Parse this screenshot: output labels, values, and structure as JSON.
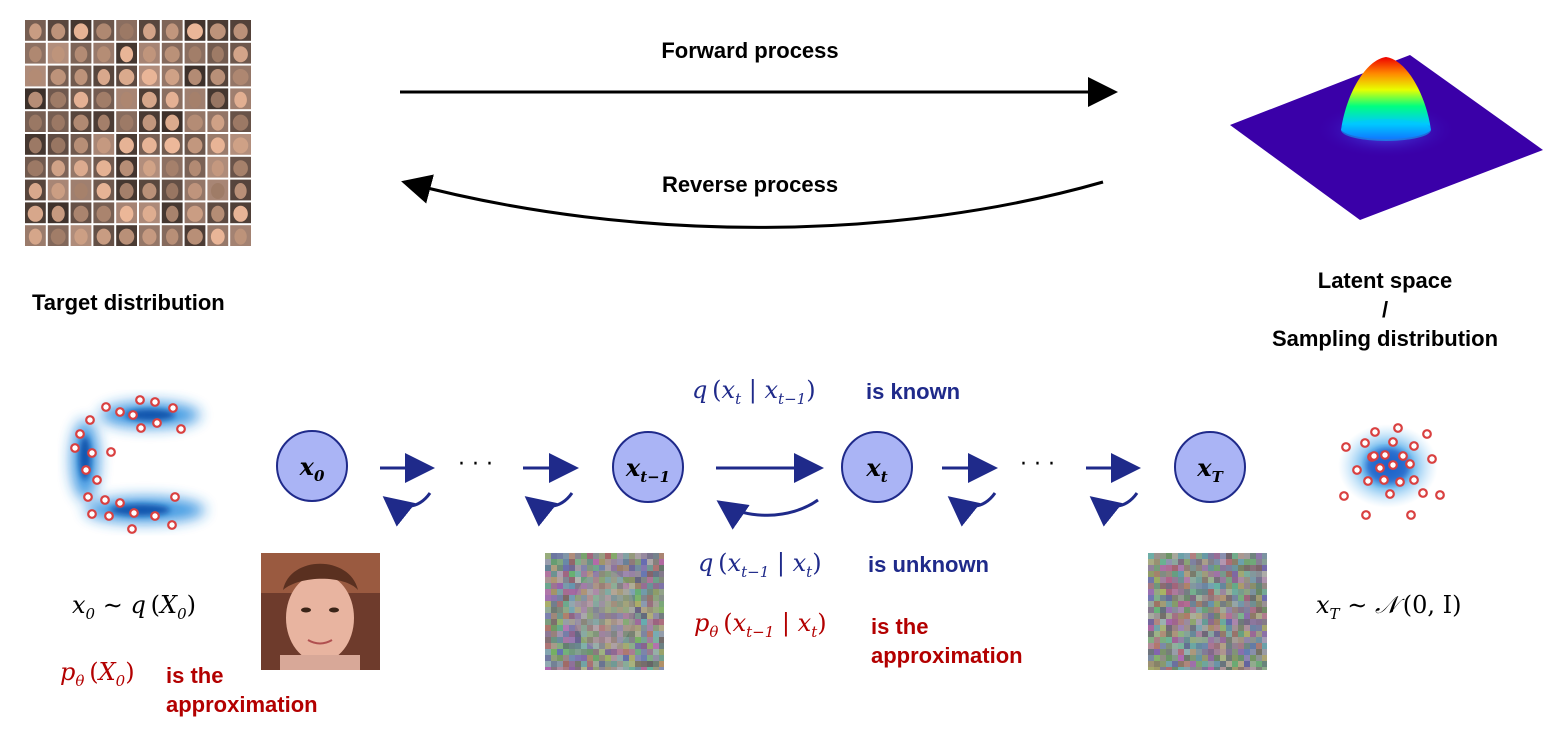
{
  "top": {
    "forward_label": "Forward process",
    "reverse_label": "Reverse process",
    "target_label": "Target distribution",
    "latent_label_line1": "Latent space",
    "latent_label_line2": "/",
    "latent_label_line3": "Sampling distribution"
  },
  "chain": {
    "nodes": [
      {
        "main": "x",
        "sub": "0"
      },
      {
        "main": "x",
        "sub": "t−1"
      },
      {
        "main": "x",
        "sub": "t"
      },
      {
        "main": "x",
        "sub": "T"
      }
    ],
    "ellipsis": "· · ·"
  },
  "equations": {
    "forward_q": {
      "pre": "q",
      "arg": "x",
      "argsub": "t",
      "given": "x",
      "givensub": "t−1"
    },
    "forward_q_note": "is known",
    "reverse_q": {
      "pre": "q",
      "arg": "x",
      "argsub": "t−1",
      "given": "x",
      "givensub": "t"
    },
    "reverse_q_note": "is unknown",
    "reverse_p": {
      "pre": "p",
      "presub": "θ",
      "arg": "x",
      "argsub": "t−1",
      "given": "x",
      "givensub": "t"
    },
    "reverse_p_note_line1": "is the",
    "reverse_p_note_line2": "approximation",
    "x0_dist": {
      "lhs": "x",
      "lhssub": "0",
      "op": "∼",
      "fn": "q",
      "arg": "X",
      "argsub": "0"
    },
    "p_x0": {
      "fn": "p",
      "fnsub": "θ",
      "arg": "X",
      "argsub": "0"
    },
    "p_x0_note_line1": "is the",
    "p_x0_note_line2": "approximation",
    "xT_dist": {
      "lhs": "x",
      "lhssub": "T",
      "op": "∼",
      "fn": "𝒩",
      "arg": "0, I"
    }
  },
  "colors": {
    "node_fill": "#aab4f5",
    "node_stroke": "#1f2a8a",
    "chain_arrow": "#1f2a8a",
    "known_text": "#1f2a8a",
    "approx_text": "#b30000",
    "sample_dot": "#d94040",
    "density_blue": "#1e88d8"
  }
}
